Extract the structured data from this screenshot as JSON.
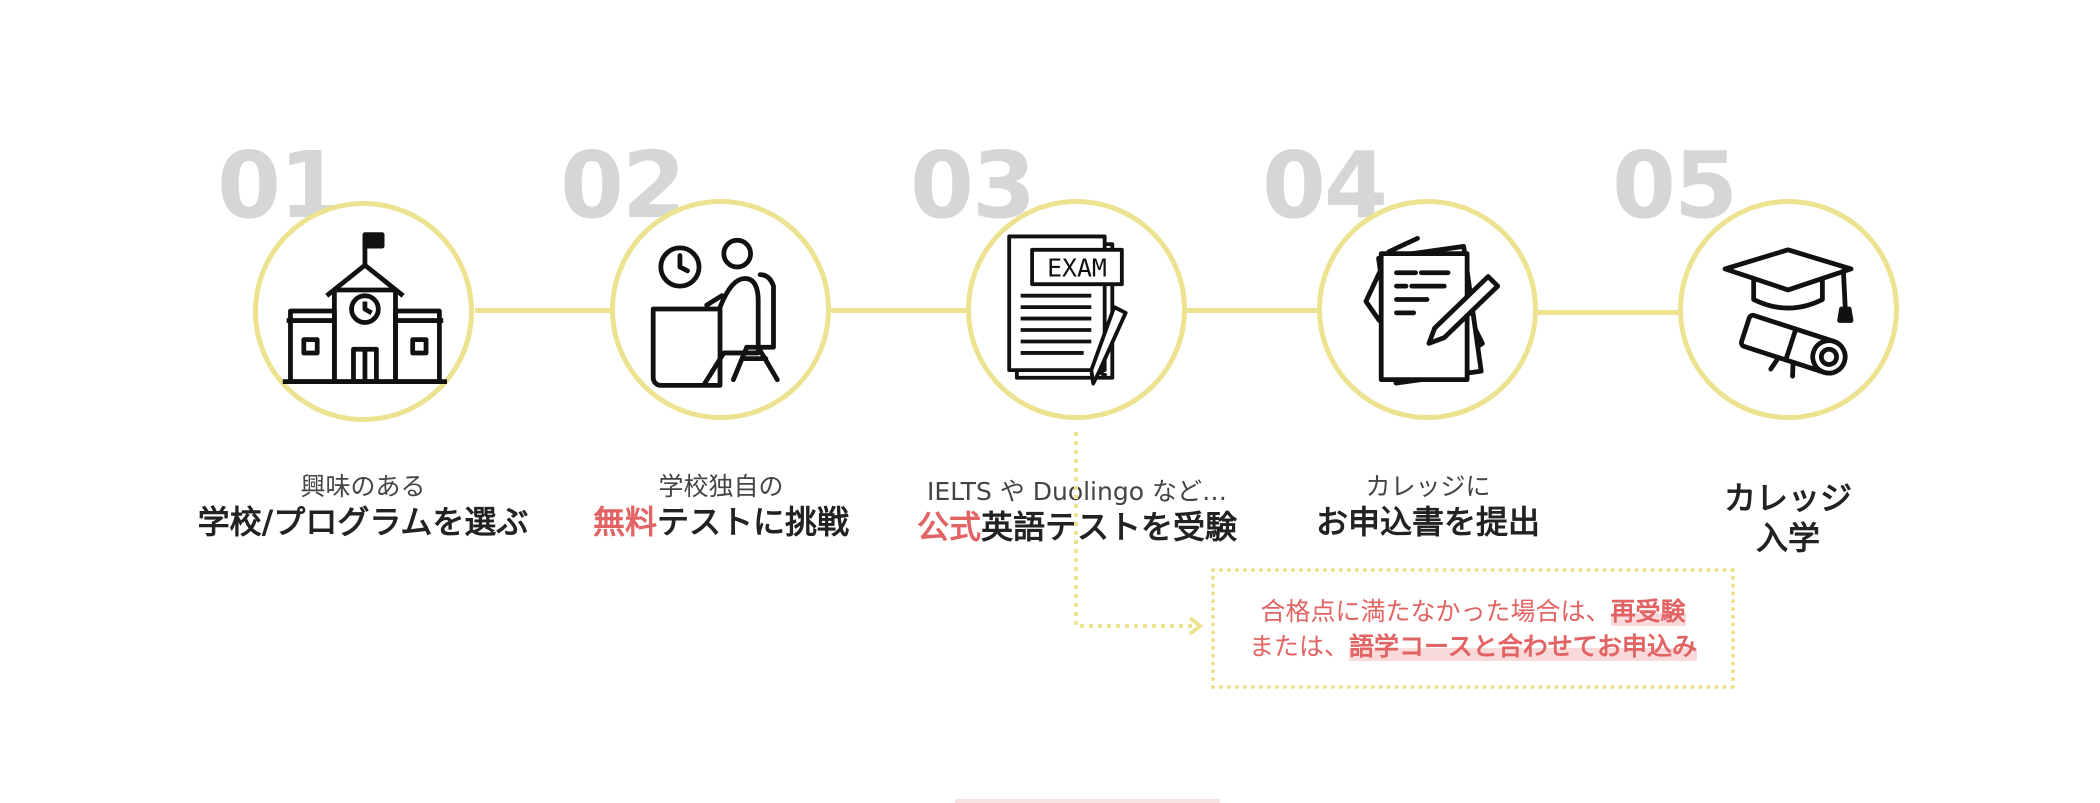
{
  "steps": [
    {
      "number": "01",
      "icon": "school-building-icon",
      "sub": "興味のある",
      "main": "学校/プログラムを選ぶ",
      "main_accent": ""
    },
    {
      "number": "02",
      "icon": "student-at-desk-icon",
      "sub": "学校独自の",
      "main_accent": "無料",
      "main": "テストに挑戦"
    },
    {
      "number": "03",
      "icon": "exam-paper-icon",
      "exam_label": "EXAM",
      "sub": "IELTS や Duolingo など…",
      "main_accent": "公式",
      "main": "英語テストを受験"
    },
    {
      "number": "04",
      "icon": "application-document-icon",
      "sub": "カレッジに",
      "main": "お申込書を提出",
      "main_accent": ""
    },
    {
      "number": "05",
      "icon": "graduation-cap-diploma-icon",
      "sub": "",
      "main_line1": "カレッジ",
      "main_line2": "入学",
      "main_accent": ""
    }
  ],
  "note": {
    "line1_prefix": "合格点に満たなかった場合は、",
    "line1_highlight": "再受験",
    "line2_prefix": "または、",
    "line2_highlight": "語学コースと合わせてお申込み"
  },
  "colors": {
    "circle_border": "#ece28f",
    "number_gray": "#d6d6d6",
    "accent_red": "#e26363"
  }
}
